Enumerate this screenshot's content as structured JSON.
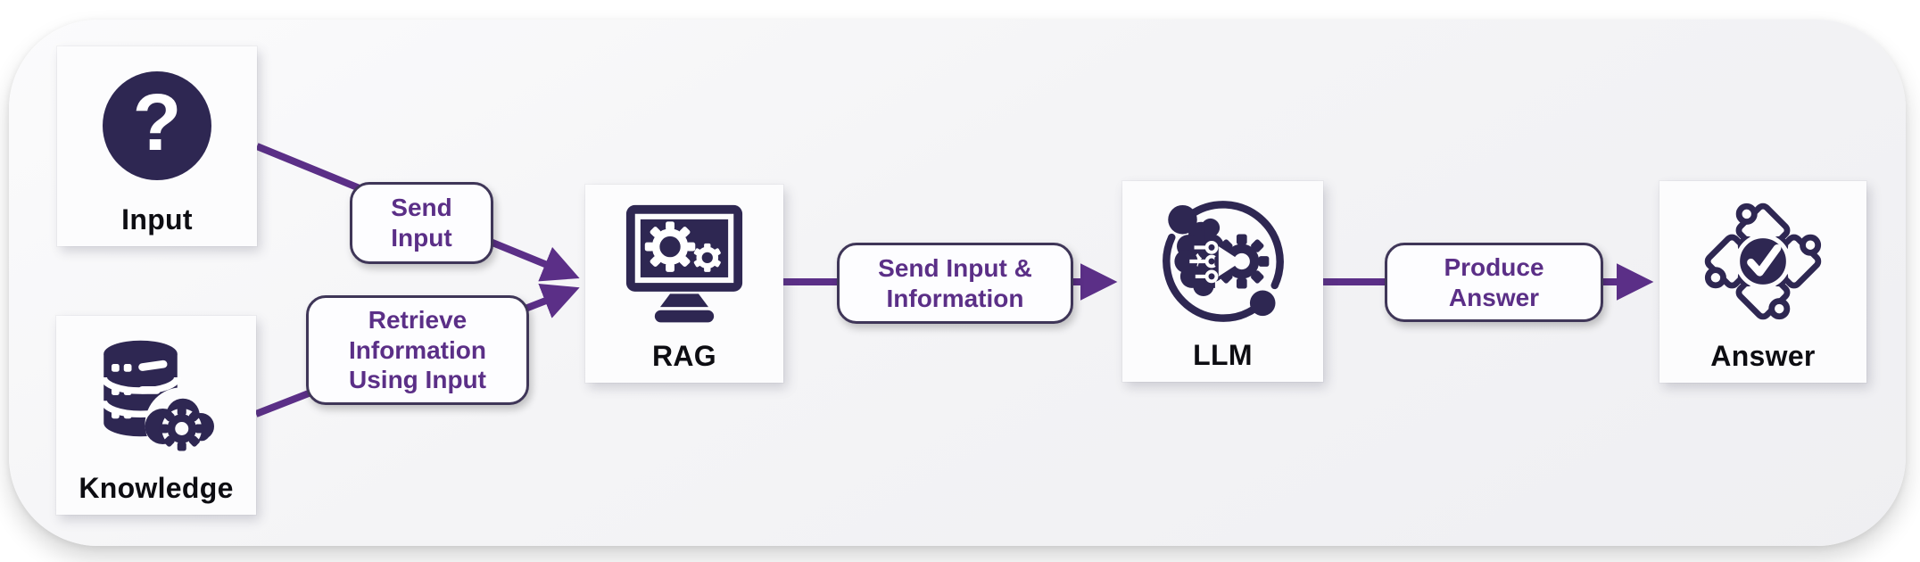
{
  "diagram": {
    "nodes": [
      {
        "id": "input",
        "label": "Input",
        "icon": "question-icon"
      },
      {
        "id": "knowledge",
        "label": "Knowledge",
        "icon": "database-gear-icon"
      },
      {
        "id": "rag",
        "label": "RAG",
        "icon": "monitor-gears-icon"
      },
      {
        "id": "llm",
        "label": "LLM",
        "icon": "brain-gear-icon"
      },
      {
        "id": "answer",
        "label": "Answer",
        "icon": "puzzle-check-icon"
      }
    ],
    "edges": [
      {
        "from": "input",
        "to": "rag",
        "label": "Send Input"
      },
      {
        "from": "knowledge",
        "to": "rag",
        "label": "Retrieve Information Using Input"
      },
      {
        "from": "rag",
        "to": "llm",
        "label": "Send Input & Information"
      },
      {
        "from": "llm",
        "to": "answer",
        "label": "Produce Answer"
      }
    ],
    "glyphs": {
      "question_mark": "?"
    },
    "colors": {
      "icon_dark": "#2e2752",
      "arrow": "#5b2f87",
      "edge_label_text": "#5b2f87",
      "edge_label_border": "#3f3658",
      "node_label_text": "#0d0d12",
      "panel_bg": "#f3f3f5",
      "card_bg": "#fcfcfd"
    }
  }
}
